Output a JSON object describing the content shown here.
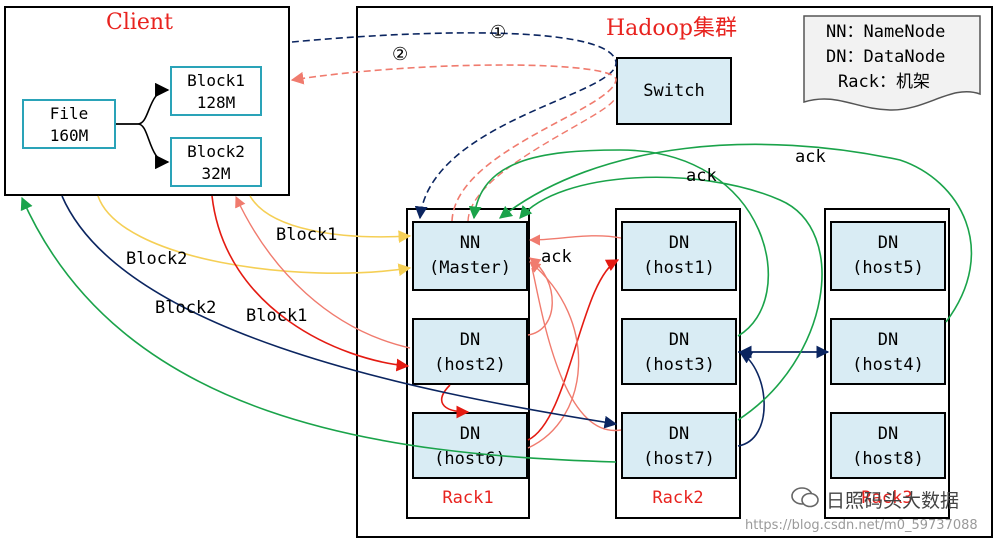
{
  "client": {
    "title": "Client"
  },
  "file": {
    "line1": "File",
    "line2": "160M"
  },
  "block1": {
    "line1": "Block1",
    "line2": "128M"
  },
  "block2": {
    "line1": "Block2",
    "line2": "32M"
  },
  "cluster": {
    "title": "Hadoop集群"
  },
  "switch": {
    "label": "Switch"
  },
  "legend": {
    "nn": "NN：NameNode",
    "dn": "DN：DataNode",
    "rack": "Rack：机架"
  },
  "steps": {
    "one": "①",
    "two": "②"
  },
  "nodes": {
    "nn": {
      "line1": "NN",
      "line2": "(Master)"
    },
    "host1": {
      "line1": "DN",
      "line2": "(host1)"
    },
    "host2": {
      "line1": "DN",
      "line2": "(host2)"
    },
    "host3": {
      "line1": "DN",
      "line2": "(host3)"
    },
    "host4": {
      "line1": "DN",
      "line2": "(host4)"
    },
    "host5": {
      "line1": "DN",
      "line2": "(host5)"
    },
    "host6": {
      "line1": "DN",
      "line2": "(host6)"
    },
    "host7": {
      "line1": "DN",
      "line2": "(host7)"
    },
    "host8": {
      "line1": "DN",
      "line2": "(host8)"
    }
  },
  "racks": {
    "rack1": "Rack1",
    "rack2": "Rack2",
    "rack3": "Rack3"
  },
  "edge_labels": {
    "block1_yellow": "Block1",
    "block2_yellow": "Block2",
    "block2_navy": "Block2",
    "block1_red": "Block1",
    "ack1": "ack",
    "ack2": "ack",
    "ack3": "ack"
  },
  "watermark": {
    "brand": "日照码头大数据",
    "url": "https://blog.csdn.net/m0_59737088"
  },
  "colors": {
    "red_title": "#e8231f",
    "teal": "#2aa3b8",
    "node_fill": "#d9ecf4",
    "navy": "#0b2560",
    "salmon": "#f07b6e",
    "yellow": "#f5cf55",
    "green": "#1aa34a",
    "red": "#e41b12"
  }
}
